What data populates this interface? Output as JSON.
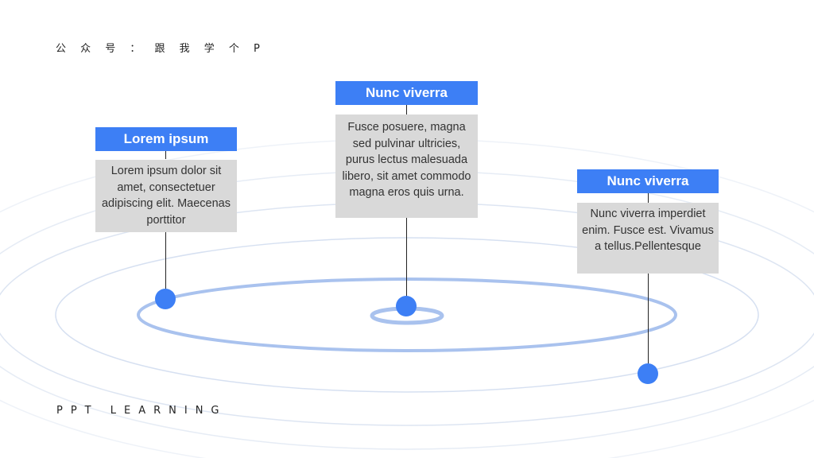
{
  "header": {
    "text": "公 众 号 ： 跟 我 学 个 P"
  },
  "footer": {
    "text": "PPT LEARNING"
  },
  "colors": {
    "accent": "#3d7ff5",
    "body_bg": "#d9d9d9",
    "ring": "#a9c2ee"
  },
  "cards": [
    {
      "title": "Lorem ipsum",
      "body": "Lorem ipsum dolor sit amet, consectetuer adipiscing elit. Maecenas porttitor"
    },
    {
      "title": "Nunc viverra",
      "body": "Fusce posuere, magna sed pulvinar ultricies, purus lectus malesuada libero, sit amet commodo magna eros quis urna."
    },
    {
      "title": "Nunc viverra",
      "body": "Nunc viverra imperdiet enim. Fusce est. Vivamus a tellus.Pellentesque"
    }
  ]
}
